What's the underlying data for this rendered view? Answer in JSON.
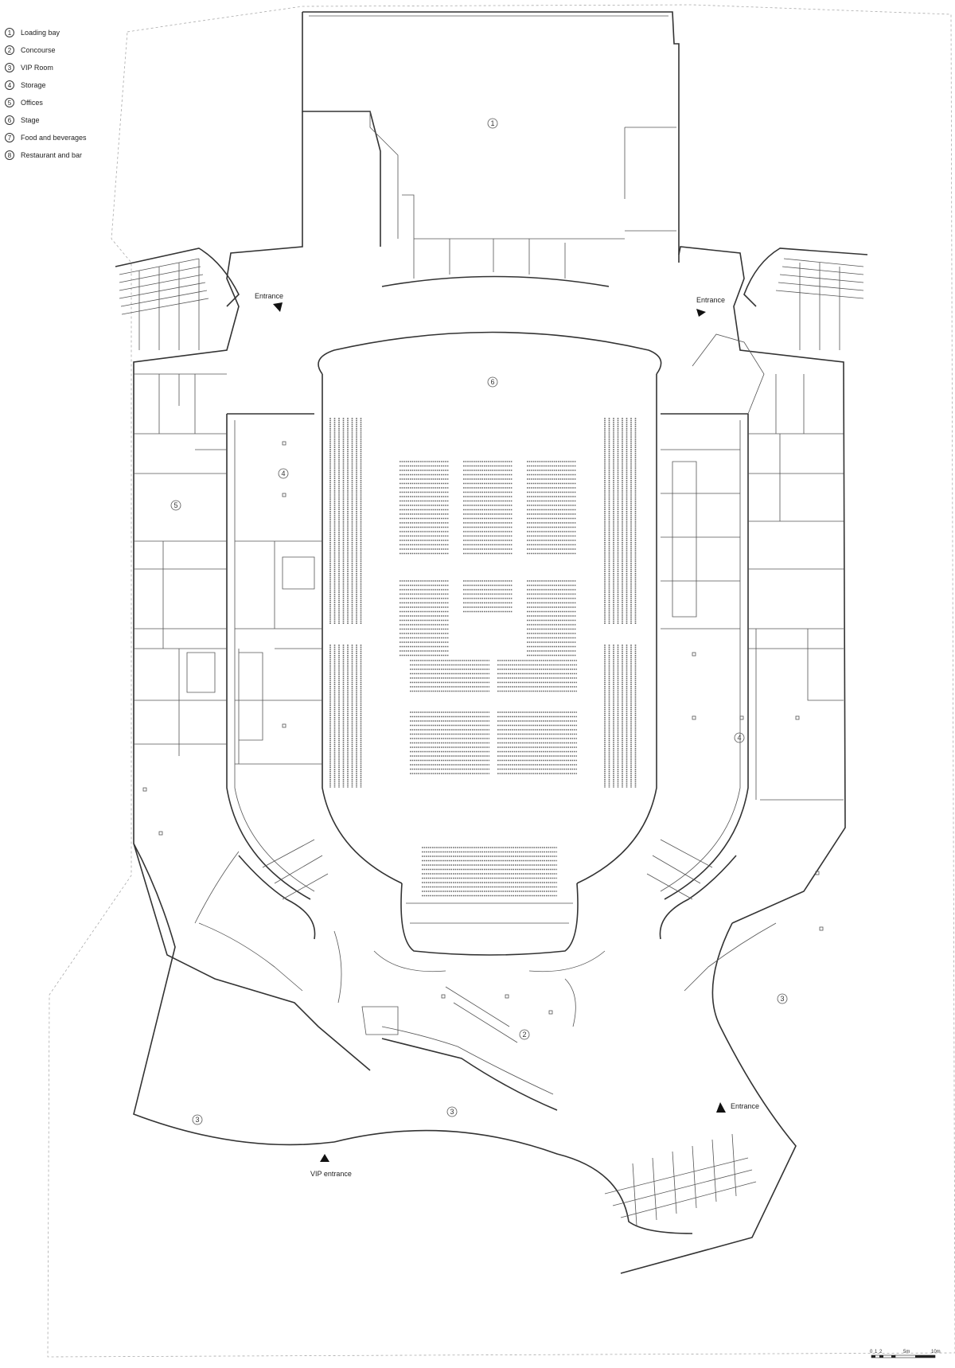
{
  "legend": [
    {
      "num": "1",
      "label": "Loading bay"
    },
    {
      "num": "2",
      "label": "Concourse"
    },
    {
      "num": "3",
      "label": "VIP Room"
    },
    {
      "num": "4",
      "label": "Storage"
    },
    {
      "num": "5",
      "label": "Offices"
    },
    {
      "num": "6",
      "label": "Stage"
    },
    {
      "num": "7",
      "label": "Food and beverages"
    },
    {
      "num": "8",
      "label": "Restaurant and bar"
    }
  ],
  "entrances": {
    "north_west": "Entrance",
    "north_east": "Entrance",
    "south_east": "Entrance",
    "vip": "VIP entrance"
  },
  "room_markers": {
    "loading_bay": "1",
    "stage": "6",
    "storage_west": "4",
    "storage_east": "4",
    "offices": "5",
    "concourse": "2",
    "vip_west": "3",
    "vip_center": "3",
    "vip_east": "3"
  },
  "scale_bar": {
    "ticks": [
      "0",
      "1",
      "2",
      "5m",
      "10m"
    ]
  }
}
